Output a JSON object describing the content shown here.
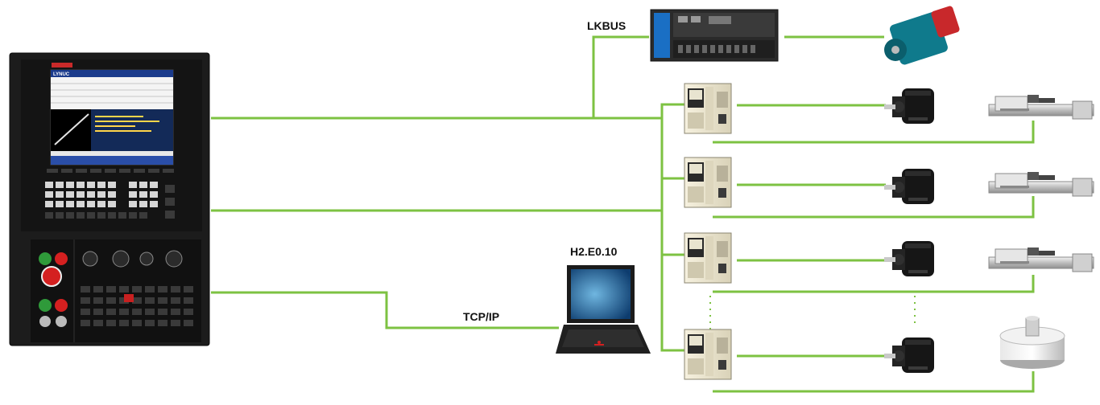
{
  "labels": {
    "lkbus": "LKBUS",
    "software_version": "H2.E0.10",
    "network": "TCP/IP"
  },
  "controller_screen": {
    "brand": "LYNUC"
  },
  "colors": {
    "link_green": "#7dc242",
    "panel_dark": "#1c1c1c",
    "drive_body": "#f1ecd9",
    "motor_black": "#161616",
    "spindle_teal": "#0f7a8c",
    "spindle_red": "#c8282b",
    "estop_red": "#d42020",
    "start_green": "#2f9a3a"
  },
  "icons": [
    "cnc-controller-icon",
    "spindle-drive-icon",
    "spindle-motor-icon",
    "servo-drive-icon",
    "servo-motor-icon",
    "linear-scale-icon",
    "rotary-encoder-icon",
    "laptop-icon"
  ]
}
